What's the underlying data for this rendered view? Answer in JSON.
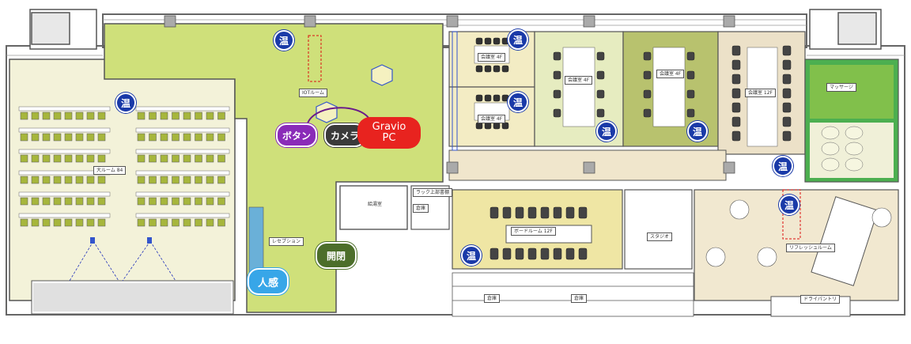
{
  "colors": {
    "lime_room": "#cfe07a",
    "beige_room": "#f3ecc4",
    "yellow_room": "#efe6a4",
    "olive_room": "#b8c26e",
    "green_room": "#4caf50",
    "temp_marker": "#1a3aa8",
    "button_purple": "#8a2bb8",
    "camera_dark": "#3a3a3a",
    "gravio_red": "#e8231f",
    "open_close_green": "#4c6e2a",
    "motion_blue": "#37a6e8"
  },
  "rooms": {
    "iot_room": "IOTルーム",
    "large_room": "大ルーム 84",
    "meeting_1": "会議室 4F",
    "meeting_2": "会議室 4F",
    "meeting_3": "会議室 4F",
    "meeting_4": "会議室 4F",
    "meeting_5": "会議室 12F",
    "board_room": "ボードルーム 12F",
    "refresh_room": "リフレッシュルーム",
    "massage": "マッサージ",
    "reception": "レセプション",
    "kyuto": "給湯室",
    "studio": "スタジオ",
    "pantry": "ドライパントリ",
    "storage": "倉庫",
    "storage2": "倉庫",
    "storage3": "倉庫",
    "shelf": "ラック上部書棚"
  },
  "markers": {
    "temperature_label": "温",
    "temperature_icon": "thermometer-icon",
    "button_label": "ボタン",
    "camera_label": "カメラ",
    "gravio_line1": "Gravio",
    "gravio_line2": "PC",
    "open_close_label": "開閉",
    "motion_label": "人感"
  }
}
